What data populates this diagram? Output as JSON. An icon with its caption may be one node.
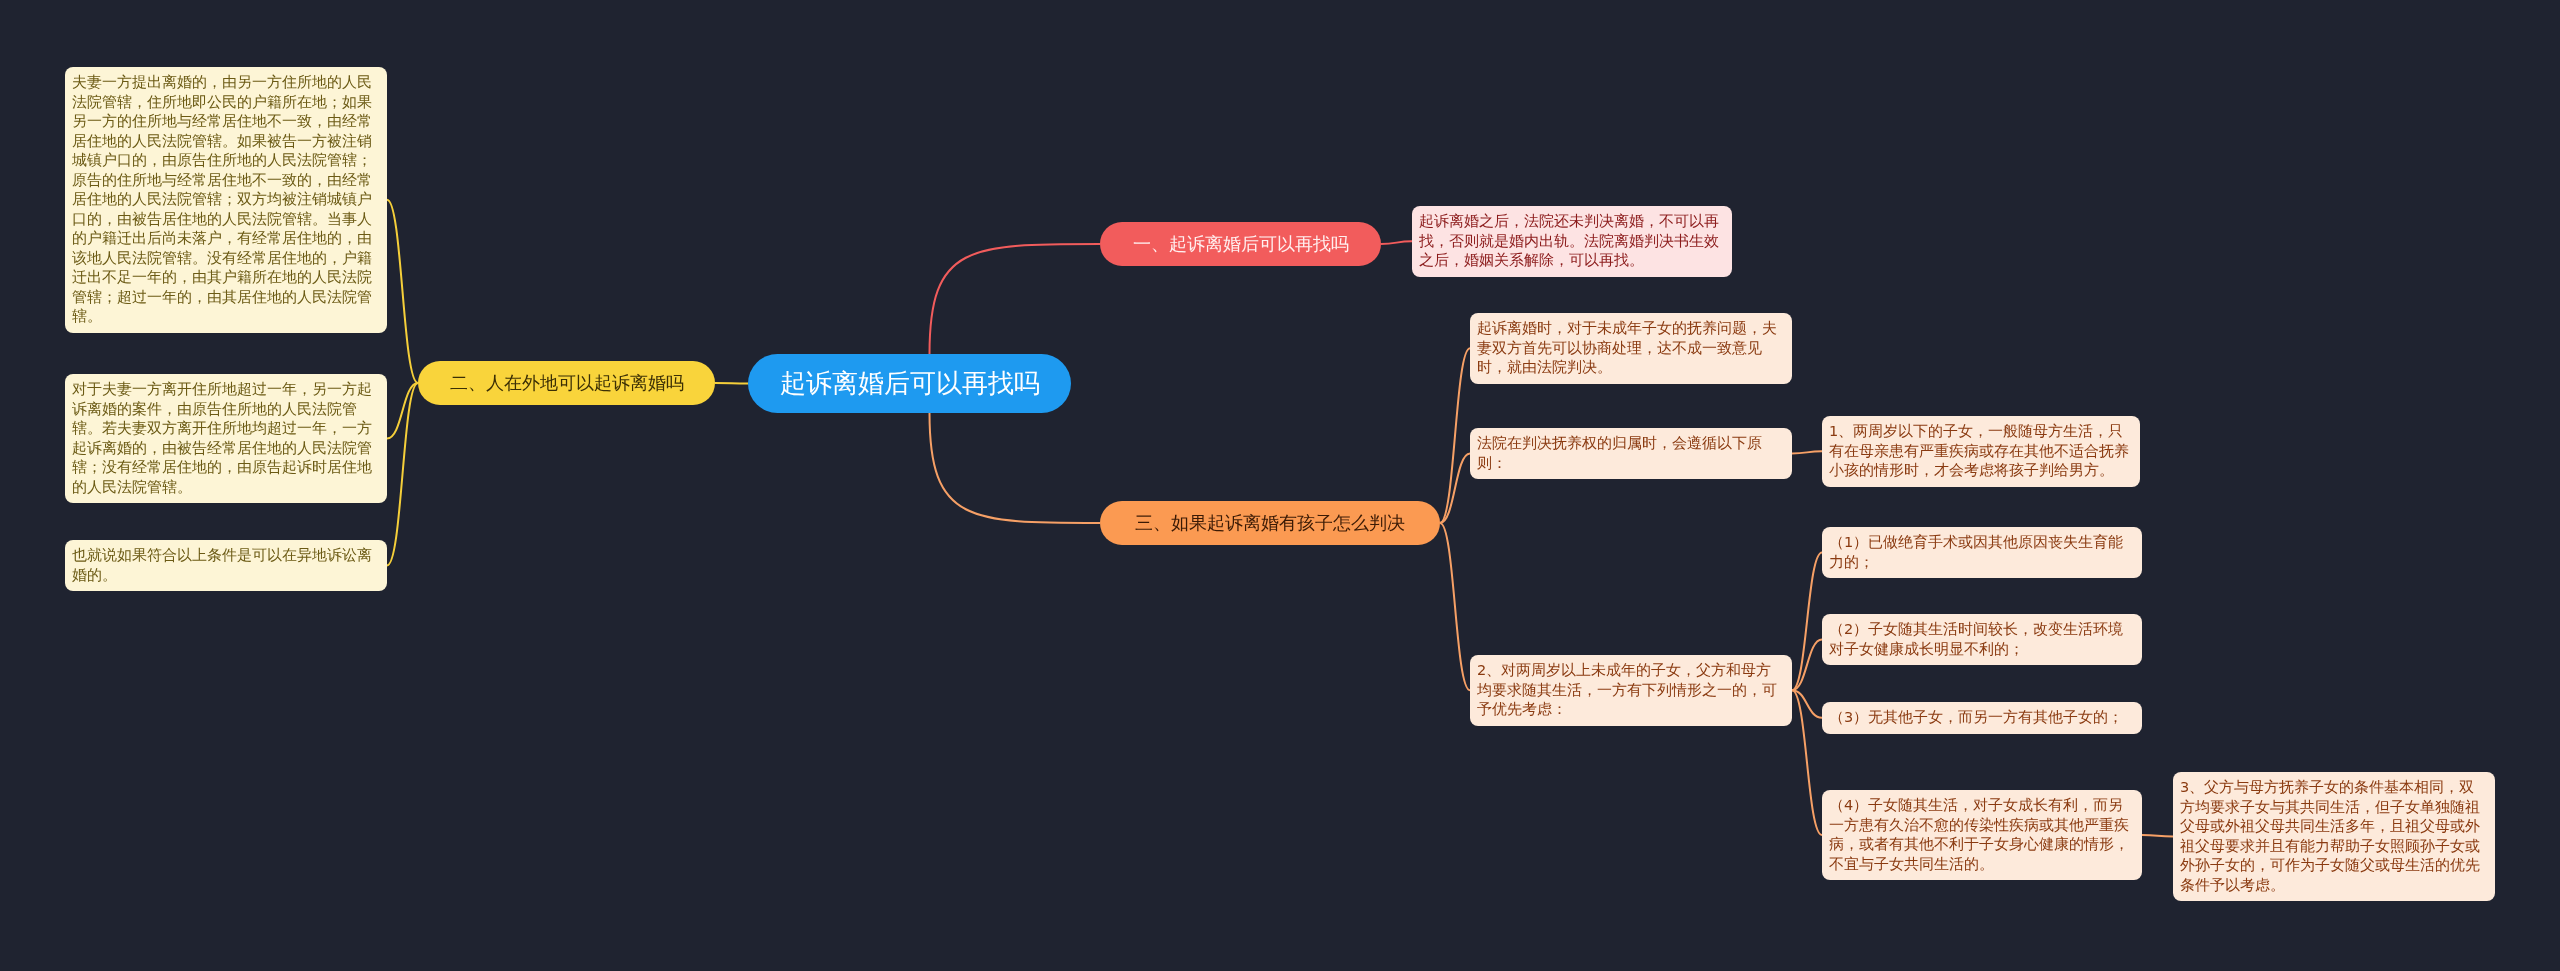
{
  "diagram": {
    "nodes": [
      {
        "text": [
          "起诉离婚后可以再找吗"
        ]
      },
      {
        "text": [
          "一、起诉离婚后可以再找吗"
        ]
      },
      {
        "text": [
          "起诉离婚之后，法院还未判决离婚，不可以再找，否则就是婚内出轨。法院离婚判决书生效之后，婚姻关系解除，可以再找。"
        ]
      },
      {
        "text": [
          "二、人在外地可以起诉离婚吗"
        ]
      },
      {
        "text": [
          "夫妻一方提出离婚的，由另一方住所地的人民法院管辖，住所地即公民的户籍所在地；如果另一方的住所地与经常居住地不一致，由经常居住地的人民法院管辖。如果被告一方被注销城镇户口的，由原告住所地的人民法院管辖；原告的住所地与经常居住地不一致的，由经常居住地的人民法院管辖；双方均被注销城镇户口的，由被告居住地的人民法院管辖。当事人的户籍迁出后尚未落户，有经常居住地的，由该地人民法院管辖。没有经常居住地的，户籍迁出不足一年的，由其户籍所在地的人民法院管辖；超过一年的，由其居住地的人民法院管辖。"
        ]
      },
      {
        "text": [
          "对于夫妻一方离开住所地超过一年，另一方起诉离婚的案件，由原告住所地的人民法院管辖。若夫妻双方离开住所地均超过一年，一方起诉离婚的，由被告经常居住地的人民法院管辖；没有经常居住地的，由原告起诉时居住地的人民法院管辖。"
        ]
      },
      {
        "text": [
          "也就说如果符合以上条件是可以在异地诉讼离婚的。"
        ]
      },
      {
        "text": [
          "三、如果起诉离婚有孩子怎么判决"
        ]
      },
      {
        "text": [
          "起诉离婚时，对于未成年子女的抚养问题，夫妻双方首先可以协商处理，达不成一致意见时，就由法院判决。"
        ]
      },
      {
        "text": [
          "法院在判决抚养权的归属时，会遵循以下原则："
        ]
      },
      {
        "text": [
          "1、两周岁以下的子女，一般随母方生活，只有在母亲患有严重疾病或存在其他不适合抚养小孩的情形时，才会考虑将孩子判给男方。"
        ]
      },
      {
        "text": [
          "2、对两周岁以上未成年的子女，父方和母方均要求随其生活，一方有下列情形之一的，可予优先考虑："
        ]
      },
      {
        "text": [
          "（1）已做绝育手术或因其他原因丧失生育能力的；"
        ]
      },
      {
        "text": [
          "（2）子女随其生活时间较长，改变生活环境对子女健康成长明显不利的；"
        ]
      },
      {
        "text": [
          "（3）无其他子女，而另一方有其他子女的；"
        ]
      },
      {
        "text": [
          "（4）子女随其生活，对子女成长有利，而另一方患有久治不愈的传染性疾病或其他严重疾病，或者有其他不利于子女身心健康的情形，不宜与子女共同生活的。"
        ]
      },
      {
        "text": [
          "3、父方与母方抚养子女的条件基本相同，双方均要求子女与其共同生活，但子女单独随祖父母或外祖父母共同生活多年，且祖父母或外祖父母要求并且有能力帮助子女照顾孙子女或外孙子女的，可作为子女随父或母生活的优先条件予以考虑。"
        ]
      }
    ],
    "edges": [
      {
        "from": 0,
        "to": 1,
        "arrow": "none",
        "color": "#f25c5c"
      },
      {
        "from": 1,
        "to": 2,
        "arrow": "none",
        "color": "#f25c5c"
      },
      {
        "from": 0,
        "to": 3,
        "arrow": "none",
        "color": "#f5cf3a"
      },
      {
        "from": 3,
        "to": 4,
        "arrow": "none",
        "color": "#f5cf3a"
      },
      {
        "from": 3,
        "to": 5,
        "arrow": "none",
        "color": "#f5cf3a"
      },
      {
        "from": 3,
        "to": 6,
        "arrow": "none",
        "color": "#f5cf3a"
      },
      {
        "from": 0,
        "to": 7,
        "arrow": "none"
      },
      {
        "from": 7,
        "to": 8,
        "arrow": "none"
      },
      {
        "from": 7,
        "to": 9,
        "arrow": "none"
      },
      {
        "from": 7,
        "to": 11,
        "arrow": "none"
      },
      {
        "from": 9,
        "to": 10,
        "arrow": "none"
      },
      {
        "from": 11,
        "to": 12,
        "arrow": "none"
      },
      {
        "from": 11,
        "to": 13,
        "arrow": "none"
      },
      {
        "from": 11,
        "to": 14,
        "arrow": "none"
      },
      {
        "from": 11,
        "to": 15,
        "arrow": "none"
      },
      {
        "from": 15,
        "to": 16,
        "arrow": "none"
      }
    ]
  }
}
